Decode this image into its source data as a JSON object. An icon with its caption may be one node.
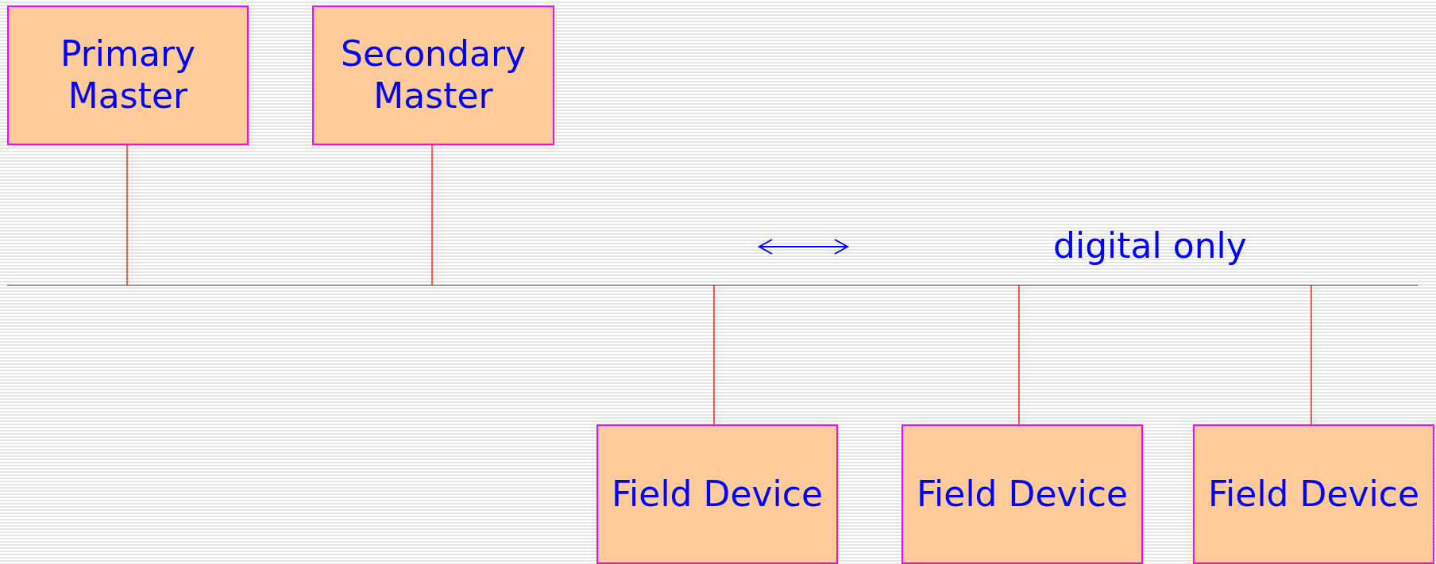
{
  "diagram": {
    "nodes": [
      {
        "text": [
          "Primary Master"
        ]
      },
      {
        "text": [
          "Secondary Master"
        ]
      },
      {
        "text": [],
        "shape": "bar"
      },
      {
        "text": [
          "Field Device"
        ]
      },
      {
        "text": [
          "Field Device"
        ]
      },
      {
        "text": [
          "Field Device"
        ]
      }
    ],
    "edges": [
      {
        "from": 0,
        "to": 2,
        "arrow": "none"
      },
      {
        "from": 1,
        "to": 2,
        "arrow": "none"
      },
      {
        "from": 2,
        "to": 3,
        "arrow": "none"
      },
      {
        "from": 2,
        "to": 4,
        "arrow": "none"
      },
      {
        "from": 2,
        "to": 5,
        "arrow": "none"
      }
    ],
    "labels": [
      "digital only"
    ]
  }
}
